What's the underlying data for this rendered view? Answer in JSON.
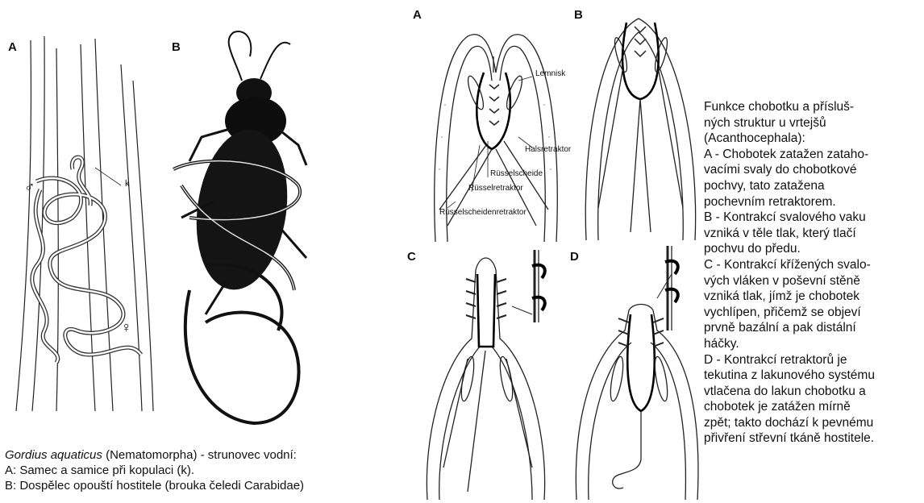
{
  "left_figure": {
    "panel_a_letter": "A",
    "panel_b_letter": "B",
    "male_symbol": "♂",
    "female_symbol": "♀",
    "k_label": "k",
    "caption_species": "Gordius aquaticus",
    "caption_rest": " (Nematomorpha) - strunovec vodní:",
    "caption_line_a": "A: Samec a samice při kopulaci (k).",
    "caption_line_b": "B: Dospělec opouští hostitele (brouka čeledi Carabidae)"
  },
  "right_figure": {
    "panel_letters": [
      "A",
      "B",
      "C",
      "D"
    ],
    "labels": {
      "lemnisk": "Lemnisk",
      "halsretraktor": "Halsretraktor",
      "russelscheide": "Rüsselscheide",
      "russelretraktor": "Rüsselretraktor",
      "russelscheidenretraktor": "Rüsselscheidenretraktor"
    }
  },
  "side_text": {
    "lines": [
      "Funkce chobotku a přísluš-",
      "ných struktur u vrtejšů",
      "(Acanthocephala):",
      "A - Chobotek zatažen zataho-",
      "vacími svaly do chobotkové",
      "pochvy, tato zatažena",
      "pochevním retraktorem.",
      "B - Kontrakcí svalového vaku",
      "vzniká v těle tlak, který tlačí",
      "pochvu do předu.",
      "C - Kontrakcí křížených svalo-",
      "vých vláken v poševní stěně",
      "vzniká tlak, jímž je chobotek",
      "vychlípen, přičemž se objeví",
      "prvně bazální a pak distální",
      "háčky.",
      "D - Kontrakcí retraktorů je",
      "tekutina z lakunového systému",
      "vtlačena do lakun chobotku a",
      "chobotek je zatážen mírně",
      "zpět; takto dochází k pevnému",
      "přivření střevní tkáně hostitele."
    ]
  }
}
